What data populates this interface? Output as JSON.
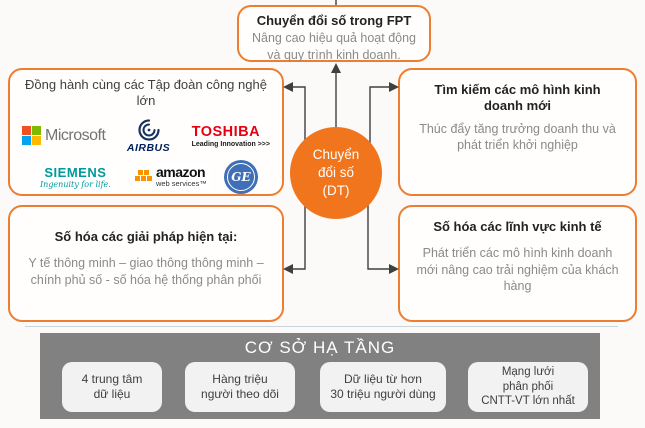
{
  "palette": {
    "accent_orange": "#ED7D31",
    "circle_orange": "#F0751D",
    "infra_gray": "#818181",
    "infra_box_gray": "#F2F2F2",
    "body_text_gray": "#8A8A8A",
    "connector_gray": "#3F3F3F"
  },
  "top_box": {
    "title": "Chuyển đổi số trong FPT",
    "body": "Nâng cao hiệu quả hoạt động và quy trình kinh doanh."
  },
  "center_circle": {
    "line1": "Chuyển",
    "line2": "đổi số",
    "line3": "(DT)"
  },
  "partners_box": {
    "title": "Đồng hành cùng các Tập đoàn công nghệ lớn",
    "logos": [
      {
        "name": "microsoft",
        "label": "Microsoft"
      },
      {
        "name": "airbus",
        "label": "AIRBUS"
      },
      {
        "name": "toshiba",
        "label": "TOSHIBA",
        "tagline": "Leading Innovation >>>"
      },
      {
        "name": "siemens",
        "label": "SIEMENS",
        "tagline": "Ingenuity for life."
      },
      {
        "name": "amazon-web-services",
        "label": "amazon",
        "tagline": "web services™"
      },
      {
        "name": "ge",
        "label": "GE"
      }
    ]
  },
  "new_models_box": {
    "title": "Tìm kiếm các mô hình kinh doanh mới",
    "body": "Thúc đẩy tăng trưởng doanh thu và phát triển khởi nghiệp"
  },
  "current_solutions_box": {
    "title": "Số hóa các giải pháp hiện tại:",
    "body": "Y tế thông minh – giao thông thông minh – chính phủ số - số hóa hệ thống phân phối"
  },
  "economy_box": {
    "title": "Số hóa các lĩnh vực kinh tế",
    "body": "Phát triển các mô hình kinh doanh mới nâng cao trải nghiệm của khách hàng"
  },
  "infrastructure": {
    "title": "CƠ SỞ HẠ TẦNG",
    "items": [
      "4 trung tâm\ndữ liệu",
      "Hàng triệu\nngười theo dõi",
      "Dữ liệu từ hơn\n30 triệu người dùng",
      "Mạng lưới\nphân phối\nCNTT-VT lớn nhất"
    ]
  }
}
